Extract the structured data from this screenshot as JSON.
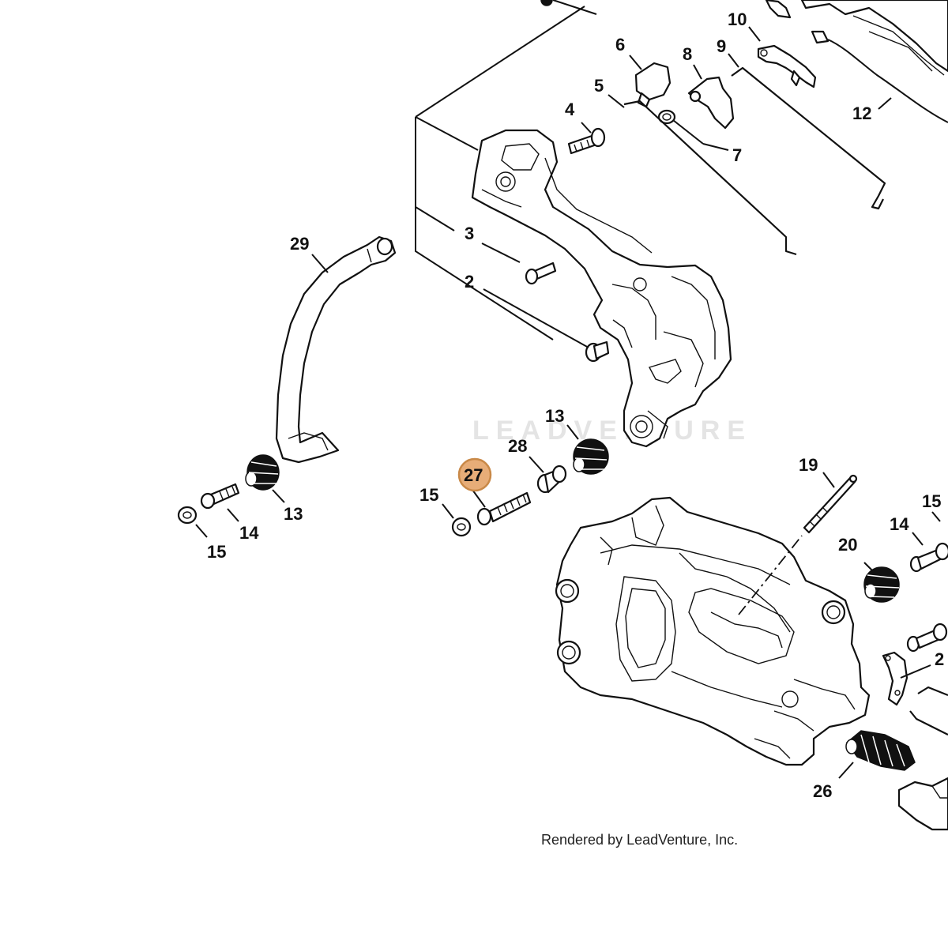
{
  "watermark": "LEADVENTURE",
  "credit": "Rendered by LeadVenture, Inc.",
  "highlight": {
    "label": "27",
    "color": "#e7ad78"
  },
  "labels": {
    "p2": "2",
    "p3": "3",
    "p4": "4",
    "p5": "5",
    "p6": "6",
    "p7": "7",
    "p8": "8",
    "p9": "9",
    "p10": "10",
    "p12": "12",
    "p13a": "13",
    "p13b": "13",
    "p14a": "14",
    "p14b": "14",
    "p15a": "15",
    "p15b": "15",
    "p15c": "15",
    "p19": "19",
    "p20": "20",
    "p26": "26",
    "p28": "28",
    "p29": "29",
    "p2x": "2"
  }
}
